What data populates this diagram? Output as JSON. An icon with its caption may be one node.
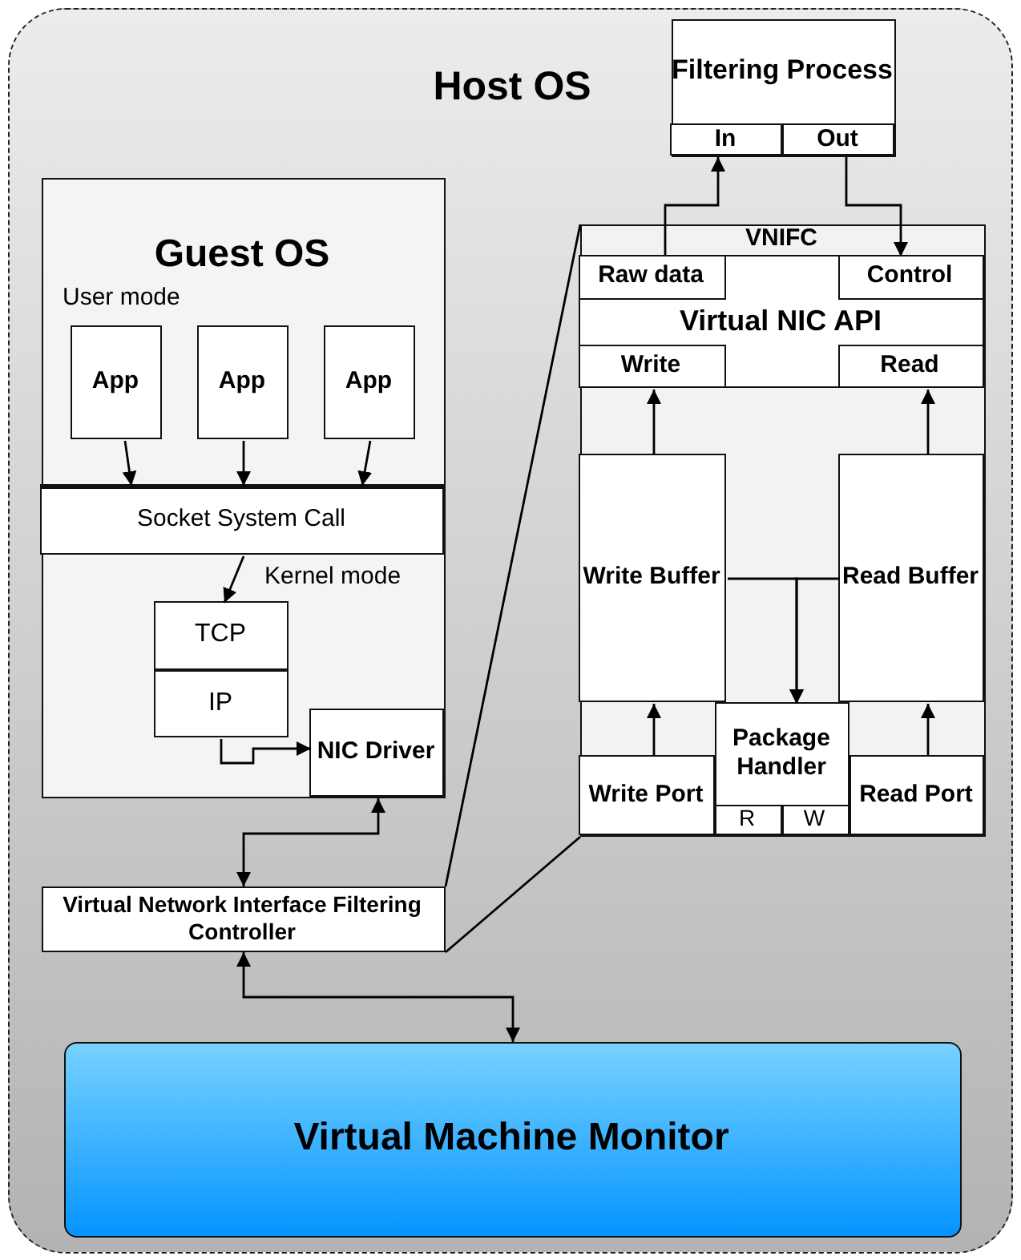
{
  "diagram": {
    "nodes": [
      {
        "text": [
          "Host OS"
        ]
      },
      {
        "text": [
          "Filtering Process"
        ],
        "in": 0
      },
      {
        "text": [
          "In"
        ],
        "in": 1
      },
      {
        "text": [
          "Out"
        ],
        "in": 1
      },
      {
        "text": [
          "Guest OS",
          "User mode",
          "Kernel mode"
        ],
        "in": 0
      },
      {
        "text": [
          "App"
        ],
        "in": 4
      },
      {
        "text": [
          "App"
        ],
        "in": 4
      },
      {
        "text": [
          "App"
        ],
        "in": 4
      },
      {
        "text": [
          "Socket System Call"
        ],
        "in": 4
      },
      {
        "text": [
          "TCP"
        ],
        "in": 4
      },
      {
        "text": [
          "IP"
        ],
        "in": 4
      },
      {
        "text": [
          "NIC Driver"
        ],
        "in": 4
      },
      {
        "text": [
          "VNIFC"
        ],
        "in": 0
      },
      {
        "text": [
          "Virtual NIC API"
        ],
        "in": 12
      },
      {
        "text": [
          "Raw data"
        ],
        "in": 13
      },
      {
        "text": [
          "Control"
        ],
        "in": 13
      },
      {
        "text": [
          "Write"
        ],
        "in": 13
      },
      {
        "text": [
          "Read"
        ],
        "in": 13
      },
      {
        "text": [
          "Write Buffer"
        ],
        "in": 12
      },
      {
        "text": [
          "Read Buffer"
        ],
        "in": 12
      },
      {
        "text": [
          "Package Handler"
        ],
        "in": 12
      },
      {
        "text": [
          "R"
        ],
        "in": 20
      },
      {
        "text": [
          "W"
        ],
        "in": 20
      },
      {
        "text": [
          "Write Port"
        ],
        "in": 12
      },
      {
        "text": [
          "Read Port"
        ],
        "in": 12
      },
      {
        "text": [
          "Virtual Network Interface Filtering Controller"
        ],
        "in": 0
      },
      {
        "text": [
          "Virtual Machine Monitor"
        ],
        "in": 0
      }
    ],
    "edges": [
      {
        "from": 14,
        "to": 2,
        "arrow": "to"
      },
      {
        "from": 3,
        "to": 15,
        "arrow": "to"
      },
      {
        "from": 5,
        "to": 8,
        "arrow": "to"
      },
      {
        "from": 6,
        "to": 8,
        "arrow": "to"
      },
      {
        "from": 7,
        "to": 8,
        "arrow": "to"
      },
      {
        "from": 8,
        "to": 9,
        "arrow": "to"
      },
      {
        "from": 10,
        "to": 11,
        "arrow": "to"
      },
      {
        "from": 11,
        "to": 25,
        "arrow": "both"
      },
      {
        "from": 25,
        "to": 26,
        "arrow": "both"
      },
      {
        "from": 23,
        "to": 18,
        "arrow": "to"
      },
      {
        "from": 24,
        "to": 19,
        "arrow": "to"
      },
      {
        "from": 18,
        "to": 16,
        "arrow": "to"
      },
      {
        "from": 19,
        "to": 17,
        "arrow": "to"
      },
      {
        "from": 18,
        "to": 20,
        "arrow": "to"
      },
      {
        "from": 19,
        "to": 20,
        "arrow": "to"
      },
      {
        "from": 25,
        "to": 12,
        "arrow": "none"
      },
      {
        "from": 25,
        "to": 12,
        "arrow": "none"
      }
    ]
  }
}
